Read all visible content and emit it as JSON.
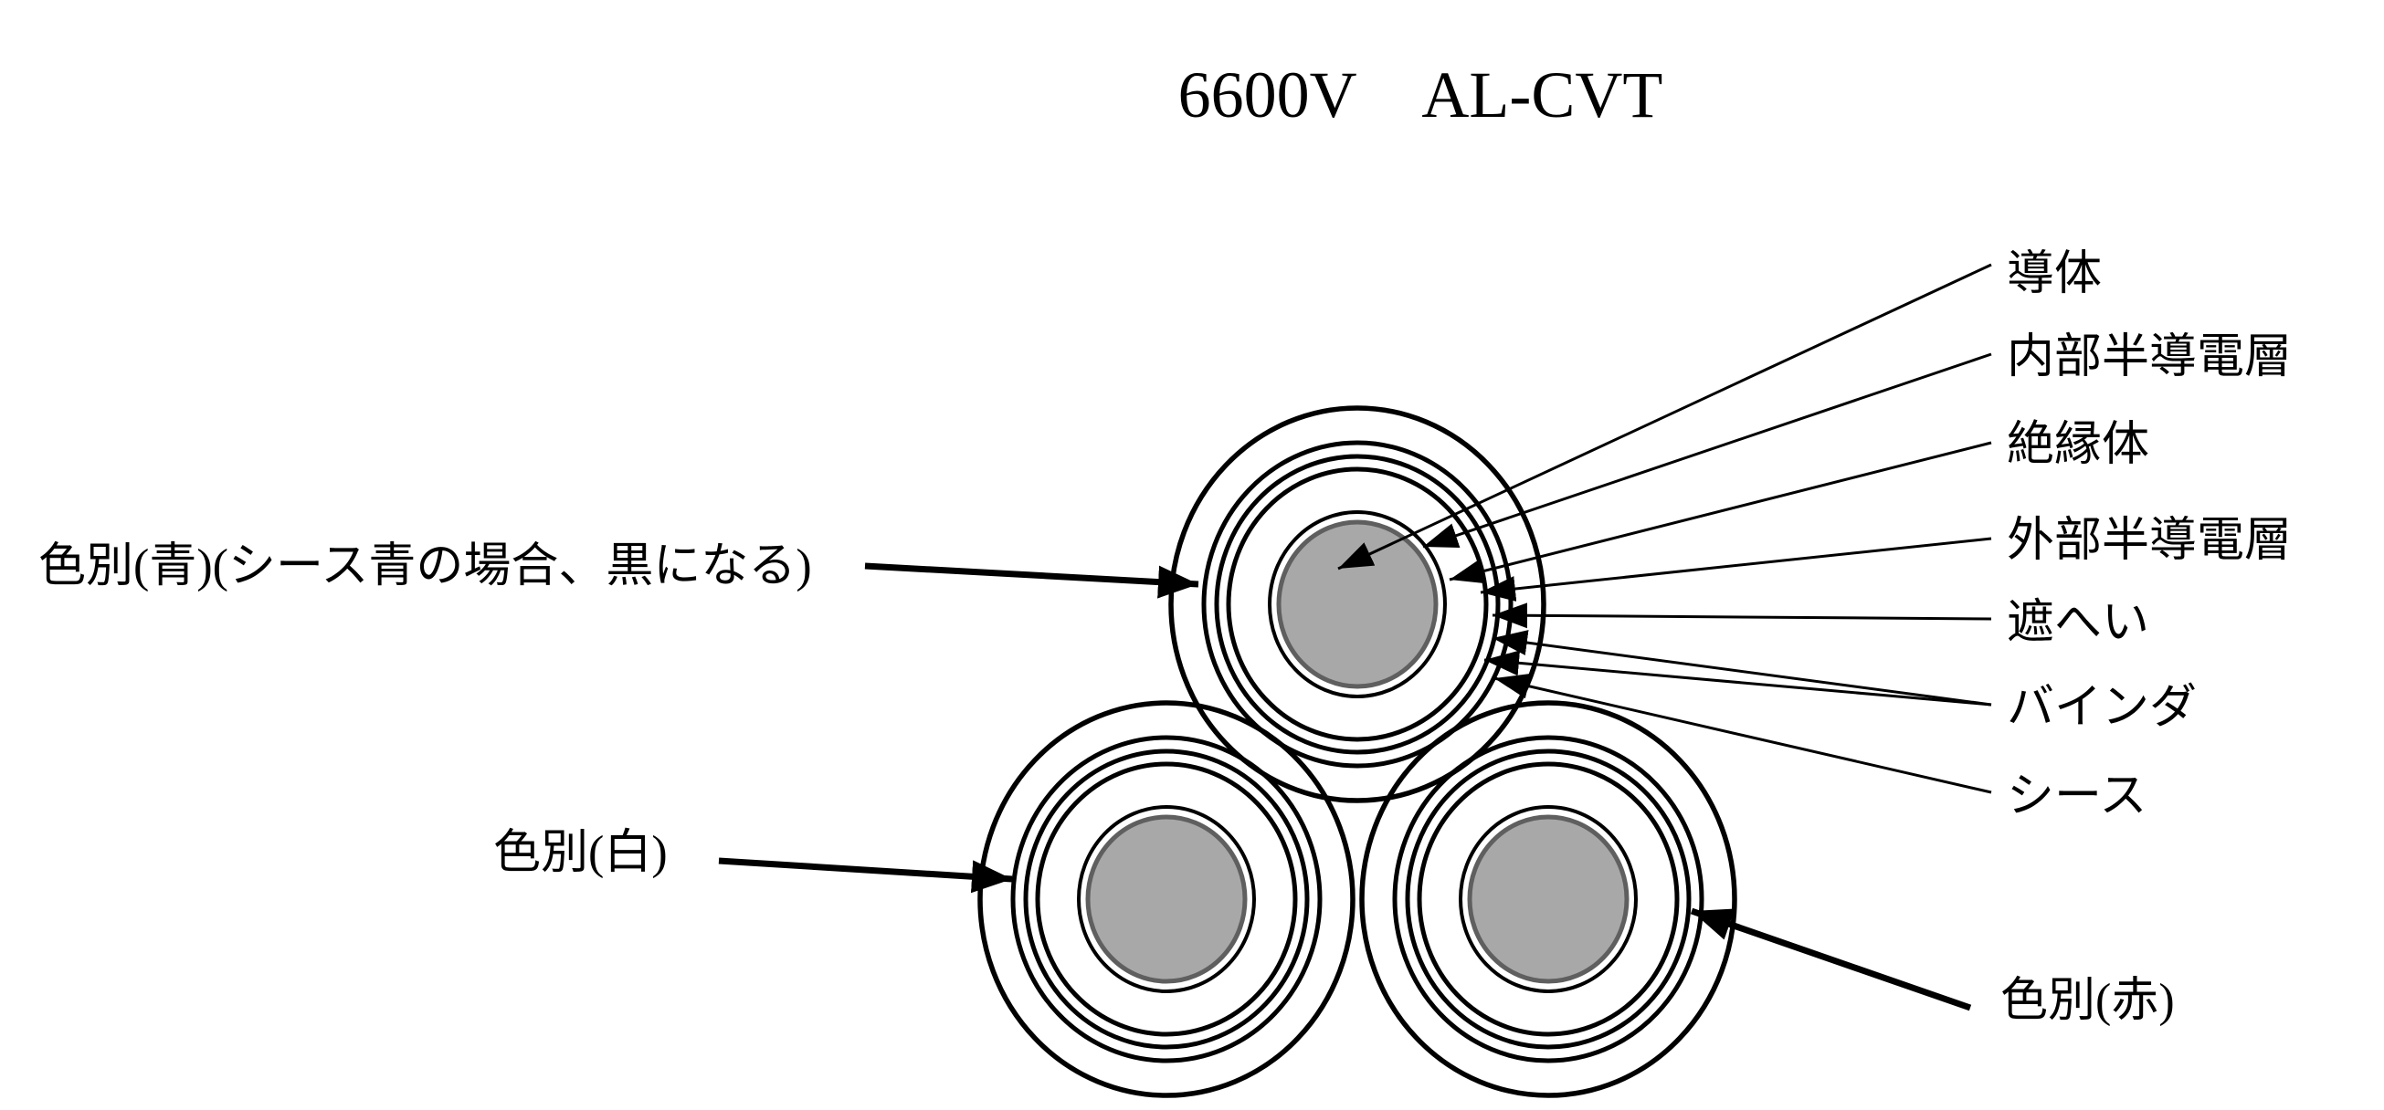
{
  "title": "6600V　AL-CVT",
  "labels": {
    "conductor": "導体",
    "inner_semiconductive_layer": "内部半導電層",
    "insulator": "絶縁体",
    "outer_semiconductive_layer": "外部半導電層",
    "shield": "遮へい",
    "binder": "バインダ",
    "sheath": "シース"
  },
  "color_labels": {
    "blue": "色別(青)(シース青の場合、黒になる)",
    "white": "色別(白)",
    "red": "色別(赤)"
  },
  "colors": {
    "line": "#000000",
    "background": "#ffffff",
    "conductor_fill": "#a8a8a8",
    "conductor_rim": "#5f5f5f"
  }
}
